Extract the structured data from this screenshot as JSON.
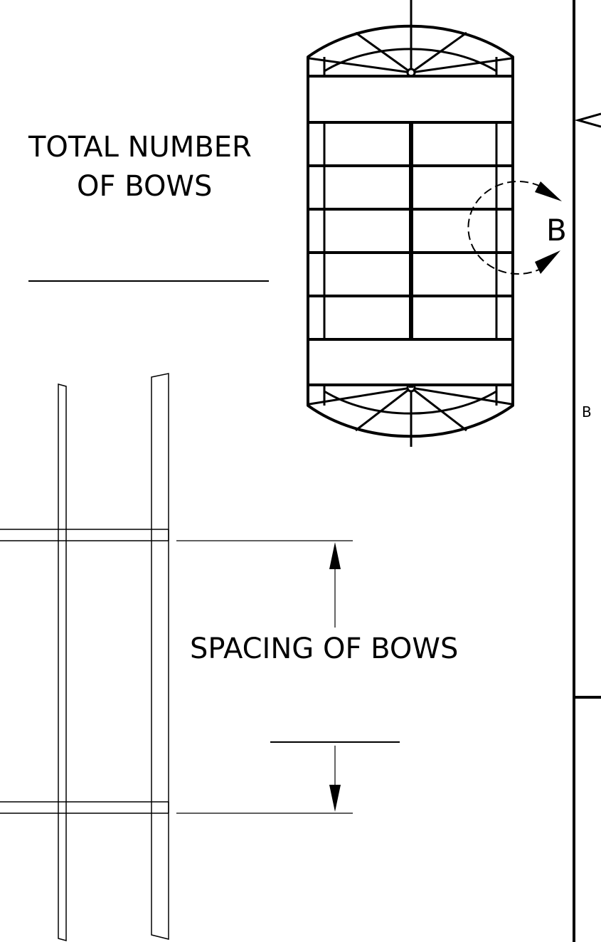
{
  "drawing": {
    "total_bows": {
      "line1": "TOTAL NUMBER",
      "line2": "OF BOWS"
    },
    "detail_callout": {
      "label": "B"
    },
    "section_marker": {
      "label": "B"
    },
    "spacing_label": "SPACING OF BOWS"
  }
}
